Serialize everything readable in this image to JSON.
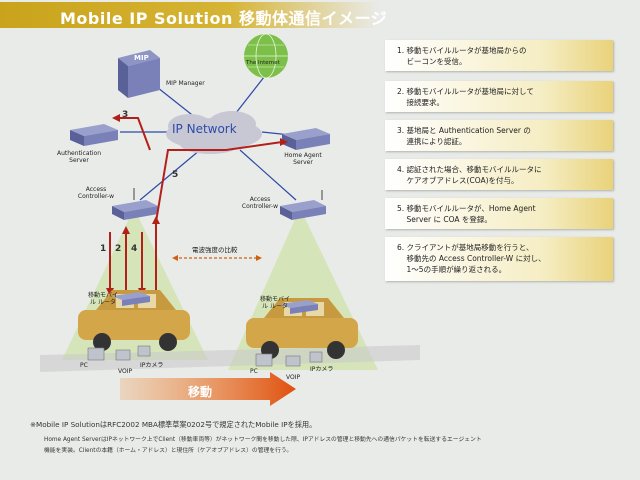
{
  "title": "Mobile IP Solution 移動体通信イメージ",
  "colors": {
    "accent_gold": "#c9a31b",
    "arrow_red": "#b3201a",
    "move_arrow": "#e07010",
    "cloud": "#c8c8d4",
    "cone": "#cfe3a8"
  },
  "nodes": {
    "mip_manager": {
      "label": "MIP Manager",
      "icon": "mip-manager-icon"
    },
    "internet": {
      "label": "The Internet",
      "icon": "globe-icon"
    },
    "ip_network": {
      "label": "IP Network",
      "icon": "cloud-icon"
    },
    "auth_server": {
      "label": "Authentication Server",
      "icon": "server-icon"
    },
    "home_agent": {
      "label": "Home Agent Server",
      "icon": "server-icon"
    },
    "ac_left": {
      "label": "Access Controller-w",
      "icon": "access-controller-icon"
    },
    "ac_right": {
      "label": "Access Controller-w",
      "icon": "access-controller-icon"
    },
    "router_left": {
      "label": "移動モバイル ルータ"
    },
    "router_right": {
      "label": "移動モバイル ルータ"
    },
    "pc_left": {
      "label": "PC"
    },
    "voip_left": {
      "label": "VOIP"
    },
    "ipcam_left": {
      "label": "IPカメラ"
    },
    "pc_right": {
      "label": "PC"
    },
    "voip_right": {
      "label": "VOIP"
    },
    "ipcam_right": {
      "label": "IPカメラ"
    }
  },
  "signal_compare_label": "電波強度の比較",
  "arrow_numbers": [
    "1",
    "2",
    "3",
    "4",
    "5"
  ],
  "move_label": "移動",
  "steps": [
    {
      "text": "1. 移動モバイルルータが基地局からの\n    ビーコンを受信。"
    },
    {
      "text": "2. 移動モバイルルータが基地局に対して\n    接続要求。"
    },
    {
      "text": "3. 基地局と Authentication Server の\n    連携により認証。"
    },
    {
      "text": "4. 認証された場合、移動モバイルルータに\n    ケアオブアドレス(COA)を付与。"
    },
    {
      "text": "5. 移動モバイルルータが、Home Agent\n    Server に COA を登録。"
    },
    {
      "text": "6. クライアントが基地局移動を行うと、\n    移動先の Access Controller-W に対し、\n    1～5の手順が繰り返される。"
    }
  ],
  "footnotes": {
    "line1": "※Mobile IP SolutionはRFC2002 MBA標準草案0202号で規定されたMobile IPを採用。",
    "line2": "Home Agent ServerはIPネットワーク上でClient（移動車両等）がネットワーク間を移動した際、IPアドレスの管理と移動先への通信パケットを転送するエージェント",
    "line3": "機能を実装。Clientの本籍（ホーム・アドレス）と現住所（ケアオブアドレス）の管理を行う。"
  }
}
